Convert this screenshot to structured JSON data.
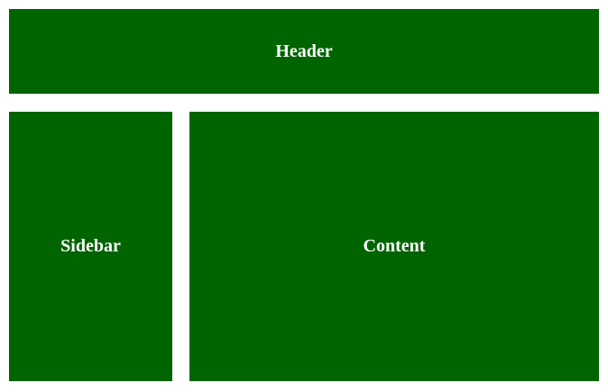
{
  "header": {
    "label": "Header"
  },
  "sidebar": {
    "label": "Sidebar"
  },
  "content": {
    "label": "Content"
  },
  "colors": {
    "panel_background": "#006400",
    "panel_text": "#ffffff",
    "page_background": "#ffffff"
  }
}
